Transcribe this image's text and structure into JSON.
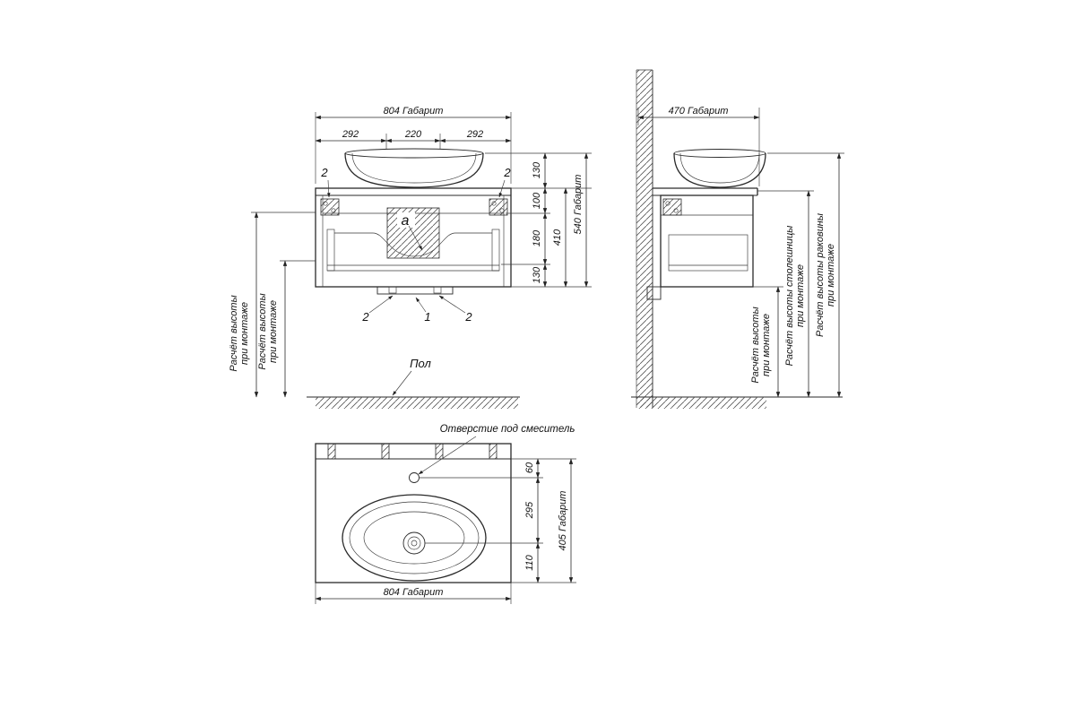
{
  "front_view": {
    "dim_width_overall": "804 Габарит",
    "dim_width_segments": [
      "292",
      "220",
      "292"
    ],
    "dim_height_chain": [
      "130",
      "100",
      "180",
      "130"
    ],
    "dim_height_cabinet": "410",
    "dim_height_overall": "540 Габарит",
    "ref_top_left": "2",
    "ref_top_right": "2",
    "ref_bottom_left": "2",
    "ref_bottom_center": "1",
    "ref_bottom_right": "2",
    "section_label": "a",
    "floor_label": "Пол",
    "note_mount_outer_lines": [
      "Расчёт высоты",
      "при монтаже"
    ],
    "note_mount_inner_lines": [
      "Расчёт высоты",
      "при монтаже"
    ]
  },
  "side_view": {
    "dim_depth_overall": "470 Габарит",
    "note_mount_lines": [
      "Расчёт высоты",
      "при монтаже"
    ],
    "note_countertop_lines": [
      "Расчёт высоты столешницы",
      "при монтаже"
    ],
    "note_basin_lines": [
      "Расчёт высоты раковины",
      "при монтаже"
    ]
  },
  "top_view": {
    "faucet_callout": "Отверстие под смеситель",
    "dim_faucet_offset": "60",
    "dim_drain_offset": "295",
    "dim_front_offset": "110",
    "dim_depth_overall": "405 Габарит",
    "dim_width_overall": "804 Габарит"
  }
}
